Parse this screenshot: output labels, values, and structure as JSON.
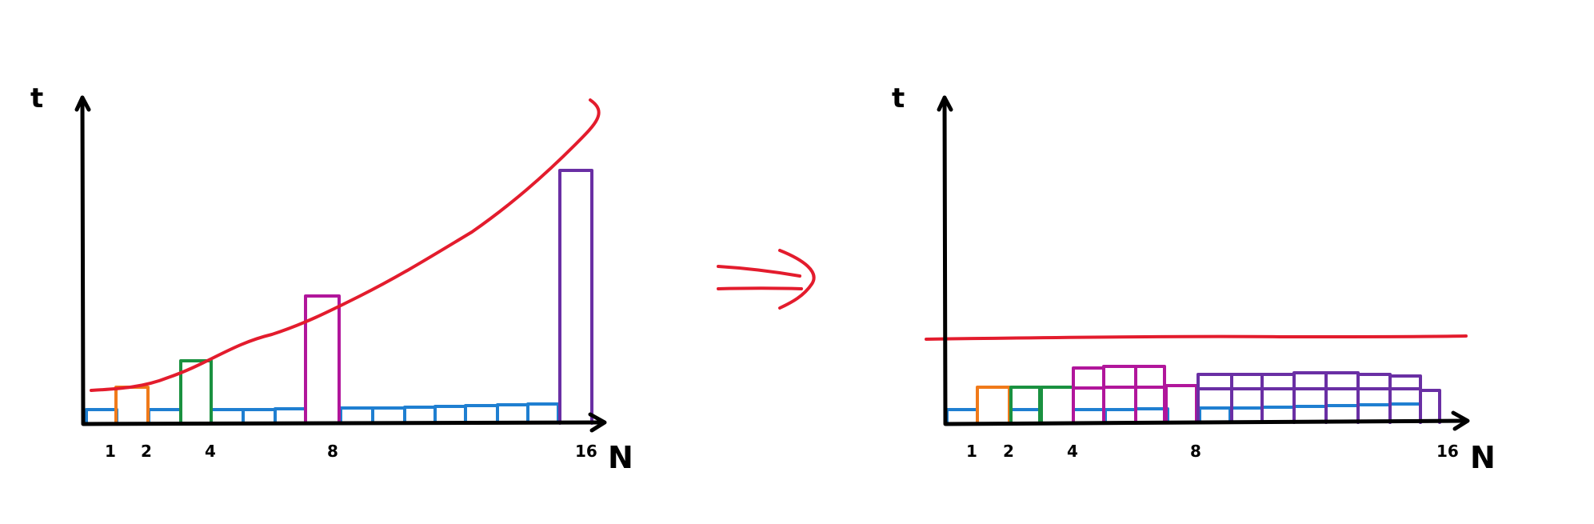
{
  "colors": {
    "axis": "#000000",
    "curve": "#e31c2d",
    "blue": "#1f7fd1",
    "orange": "#f07a1a",
    "green": "#1a9140",
    "magenta": "#b1169b",
    "purple": "#6a2fa4"
  },
  "left_panel": {
    "y_axis_label": "t",
    "x_axis_label": "N",
    "ticks": [
      "1",
      "2",
      "4",
      "8",
      "16"
    ]
  },
  "right_panel": {
    "y_axis_label": "t",
    "x_axis_label": "N",
    "ticks": [
      "1",
      "2",
      "4",
      "8",
      "16"
    ]
  },
  "transition_icon": "double-arrow-icon"
}
